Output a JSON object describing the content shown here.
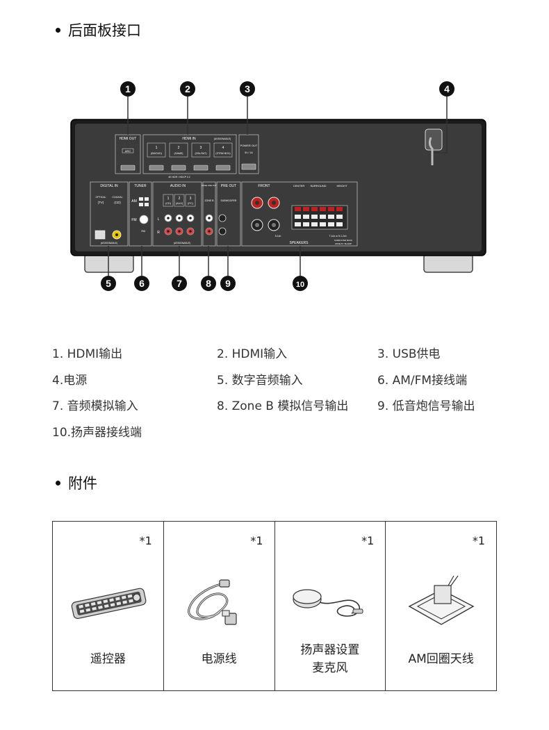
{
  "section1": {
    "title": "后面板接口"
  },
  "panel": {
    "hdmi_out": "HDMI OUT",
    "arc": "ARC",
    "hdmi_in": "HDMI IN",
    "assignable_small": "(ASSIGNABLE)",
    "hdmi_in_ports": [
      {
        "num": "1",
        "name": "(BD/DVD)"
      },
      {
        "num": "2",
        "name": "(GAME)"
      },
      {
        "num": "3",
        "name": "(CBL/SAT)"
      },
      {
        "num": "4",
        "name": "(STRM BOX)"
      }
    ],
    "hdcp": "4K HDR / HDCP 2.2",
    "power_out": "POWER OUT",
    "power_out_spec": "5V / 1A",
    "digital_in": "DIGITAL IN",
    "optical": "OPTICAL",
    "optical_src": "(TV)",
    "coaxial": "COAXIAL",
    "coaxial_src": "(CD)",
    "assignable": "(ASSIGNABLE)",
    "tuner": "TUNER",
    "am": "AM",
    "fm": "FM",
    "ohm": "75Ω",
    "audio_in": "AUDIO IN",
    "audio_in_ports": [
      {
        "num": "1",
        "name": "(CD)"
      },
      {
        "num": "2",
        "name": "(AUX)"
      },
      {
        "num": "3",
        "name": "(PC)"
      }
    ],
    "ch_l": "L",
    "ch_r": "R",
    "zone_line_out": "ZONE LINE OUT",
    "zone_b": "ZONE B",
    "pre_out": "PRE OUT",
    "subwoofer": "SUBWOOFER",
    "front": "FRONT",
    "center": "CENTER",
    "surround": "SURROUND",
    "height": "HEIGHT",
    "speakers": "SPEAKERS",
    "ch51": "5.1ch",
    "ch712": "7.1ch or 5.1.2ch",
    "surround_back": "SURROUND BACK",
    "zoneb_amp": "ZONE B / Bi-AMP",
    "callouts": [
      "1",
      "2",
      "3",
      "4",
      "5",
      "6",
      "7",
      "8",
      "9",
      "10"
    ]
  },
  "legend": [
    "1. HDMI输出",
    "2. HDMI输入",
    "3. USB供电",
    "4.电源",
    "5. 数字音频输入",
    "6. AM/FM接线端",
    "7. 音频模拟输入",
    "8. Zone B 模拟信号输出",
    "9. 低音炮信号输出",
    "10.扬声器接线端"
  ],
  "section2": {
    "title": "附件"
  },
  "accessories": [
    {
      "note": "*1",
      "label": "遥控器"
    },
    {
      "note": "*1",
      "label": "电源线"
    },
    {
      "note": "*1",
      "label": "扬声器设置\n麦克风"
    },
    {
      "note": "*1",
      "label": "AM回圈天线"
    }
  ]
}
